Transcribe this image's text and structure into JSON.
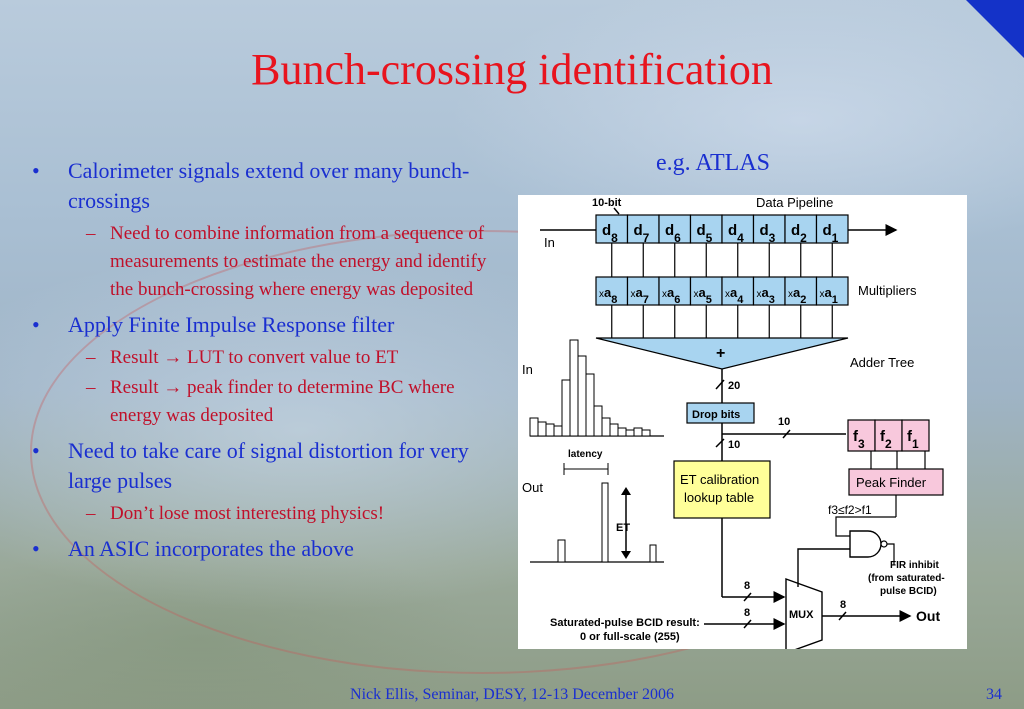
{
  "slide": {
    "title": "Bunch-crossing identification",
    "subtitle": "e.g. ATLAS",
    "footer": "Nick Ellis, Seminar, DESY, 12-13 December 2006",
    "page_number": "34",
    "bullet_symbol": "•",
    "dash_symbol": "–"
  },
  "bullets": [
    {
      "text": "Calorimeter signals extend over many bunch-crossings",
      "sub": [
        "Need to combine information from a sequence of measurements to estimate the energy and identify the bunch-crossing where energy was deposited"
      ]
    },
    {
      "text": "Apply Finite Impulse Response filter",
      "sub": [
        "Result → LUT to convert value to ET",
        "Result → peak finder to determine BC where energy was deposited"
      ]
    },
    {
      "text": "Need to take care of signal distortion for very large pulses",
      "sub": [
        "Don’t lose most interesting physics!"
      ]
    },
    {
      "text": "An ASIC incorporates the above",
      "sub": []
    }
  ],
  "diagram": {
    "bit_label": "10-bit",
    "pipeline_label": "Data Pipeline",
    "in_label": "In",
    "pipeline_cells": [
      "d8",
      "d7",
      "d6",
      "d5",
      "d4",
      "d3",
      "d2",
      "d1"
    ],
    "multiplier_cells": [
      "xa8",
      "xa7",
      "xa6",
      "xa5",
      "xa4",
      "xa3",
      "xa2",
      "xa1"
    ],
    "multipliers_label": "Multipliers",
    "adder_symbol": "+",
    "adder_label": "Adder Tree",
    "bits_20": "20",
    "drop_bits": "Drop bits",
    "bits_10a": "10",
    "bits_10b": "10",
    "peak_cells": [
      "f3",
      "f2",
      "f1"
    ],
    "peak_finder": "Peak Finder",
    "peak_condition": "f3≤f2>f1",
    "lut_line1": "ET calibration",
    "lut_line2": "lookup table",
    "fir_inhibit": [
      "FIR inhibit",
      "(from saturated-",
      "pulse BCID)"
    ],
    "bits_8a": "8",
    "bits_8b": "8",
    "bits_8c": "8",
    "mux": "MUX",
    "out_label": "Out",
    "saturated_line1": "Saturated-pulse BCID result:",
    "saturated_line2": "0 or full-scale (255)",
    "wave_in": "In",
    "wave_out": "Out",
    "latency": "latency",
    "et_label": "ET"
  },
  "colors": {
    "title": "#e8141e",
    "bullet_primary": "#1a2fd0",
    "bullet_secondary": "#c0102a",
    "cell_fill": "#a8d4f0",
    "peak_fill": "#f8c8dc",
    "lut_fill": "#ffff99"
  }
}
